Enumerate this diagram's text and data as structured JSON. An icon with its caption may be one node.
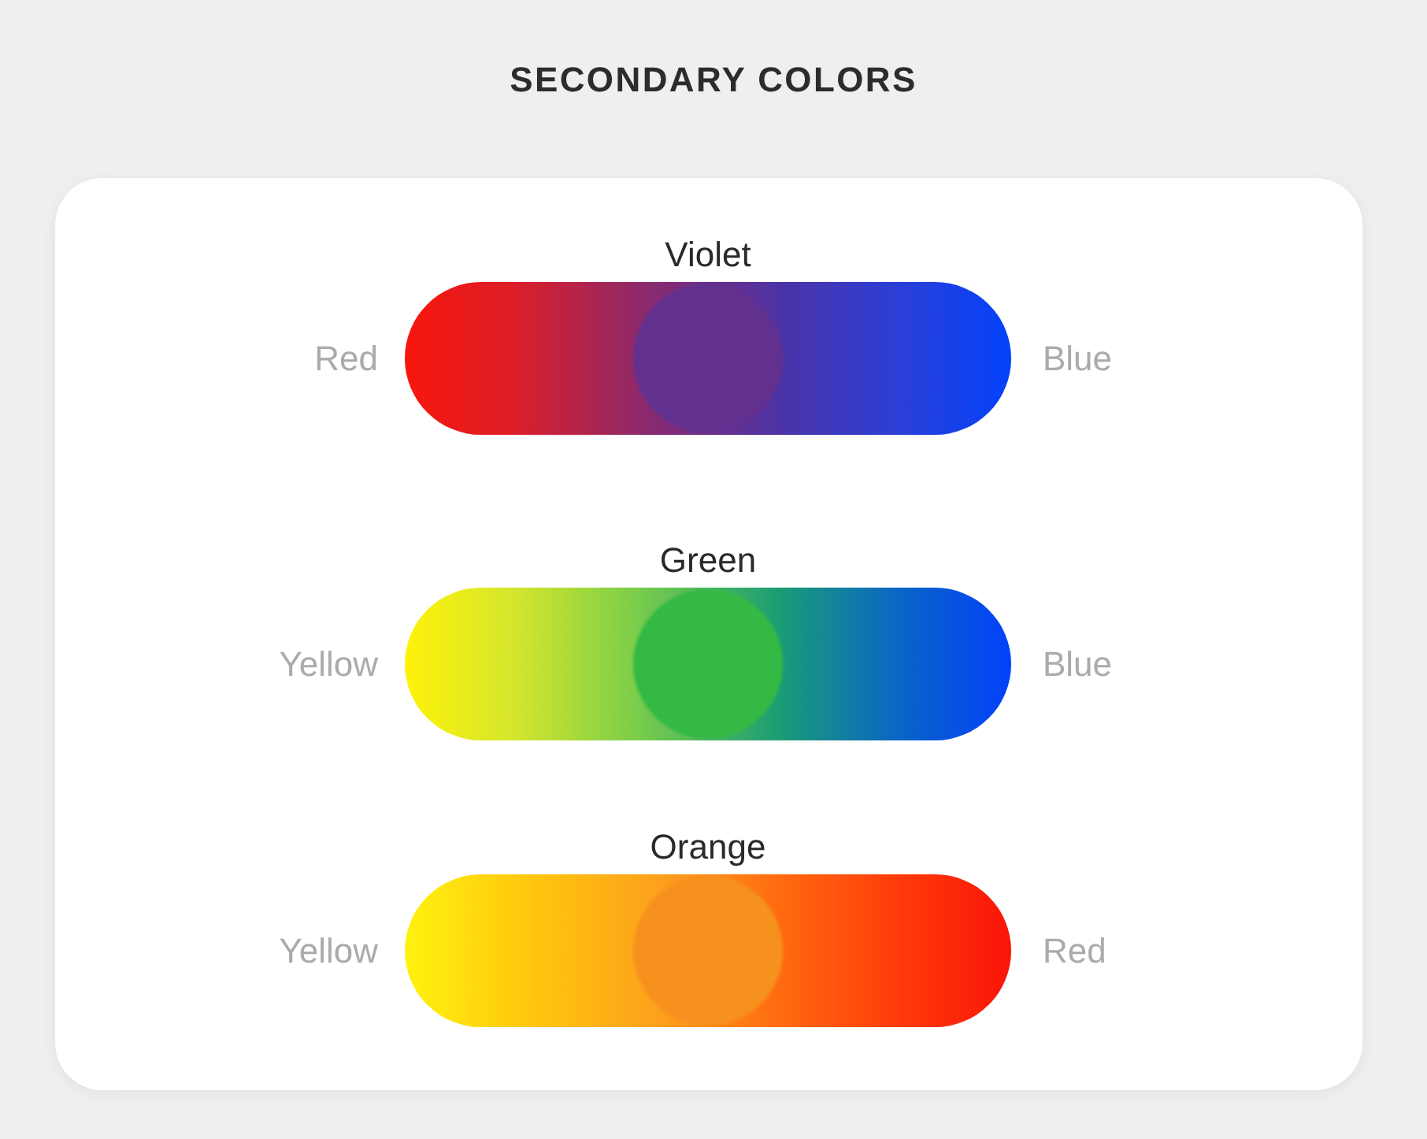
{
  "diagram": {
    "title": "SECONDARY COLORS",
    "nodes": [
      {
        "text": [
          "Violet"
        ],
        "beside": [
          "Red",
          "Blue"
        ]
      },
      {
        "text": [
          "Green"
        ],
        "beside": [
          "Yellow",
          "Blue"
        ]
      },
      {
        "text": [
          "Orange"
        ],
        "beside": [
          "Yellow",
          "Red"
        ]
      }
    ]
  }
}
